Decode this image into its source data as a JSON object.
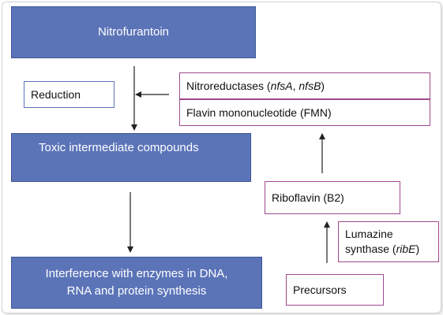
{
  "diagram": {
    "nitrofurantoin": "Nitrofurantoin",
    "reduction": "Reduction",
    "nitroreductases_prefix": "Nitroreductases (",
    "nitroreductases_gene1": "nfsA",
    "nitroreductases_sep": ", ",
    "nitroreductases_gene2": "nfsB",
    "nitroreductases_suffix": ")",
    "fmn": "Flavin mononucleotide (FMN)",
    "toxic": "Toxic intermediate compounds",
    "riboflavin": "Riboflavin (B2)",
    "lumazine_line1": "Lumazine",
    "lumazine_line2_prefix": "synthase (",
    "lumazine_gene": "ribE",
    "lumazine_line2_suffix": ")",
    "interference_line1": "Interference with enzymes in DNA,",
    "interference_line2": "RNA and protein synthesis",
    "precursors": "Precursors"
  },
  "colors": {
    "box_fill": "#5b74b8",
    "box_text": "#ffffff",
    "outline_purple": "#a0488d",
    "arrow": "#222222"
  }
}
